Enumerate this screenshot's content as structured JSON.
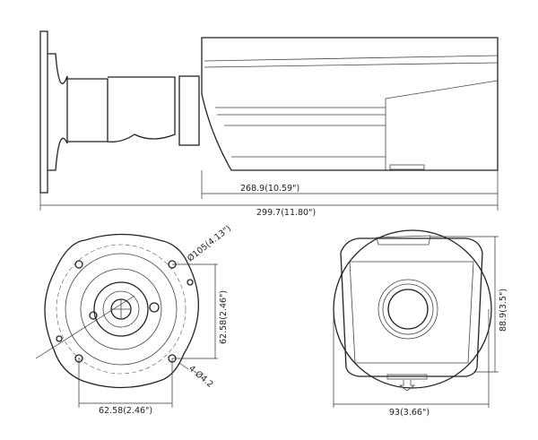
{
  "dimensions": {
    "body_length": "268.9(10.59\")",
    "total_length": "299.7(11.80\")",
    "base_diameter": "Ø105(4.13\")",
    "hole_spacing_vertical": "62.58(2.46\")",
    "hole_spacing_horizontal": "62.58(2.46\")",
    "hole_spec": "4-Ø4.2",
    "front_width": "93(3.66\")",
    "front_height": "88.9(3.5\")"
  }
}
